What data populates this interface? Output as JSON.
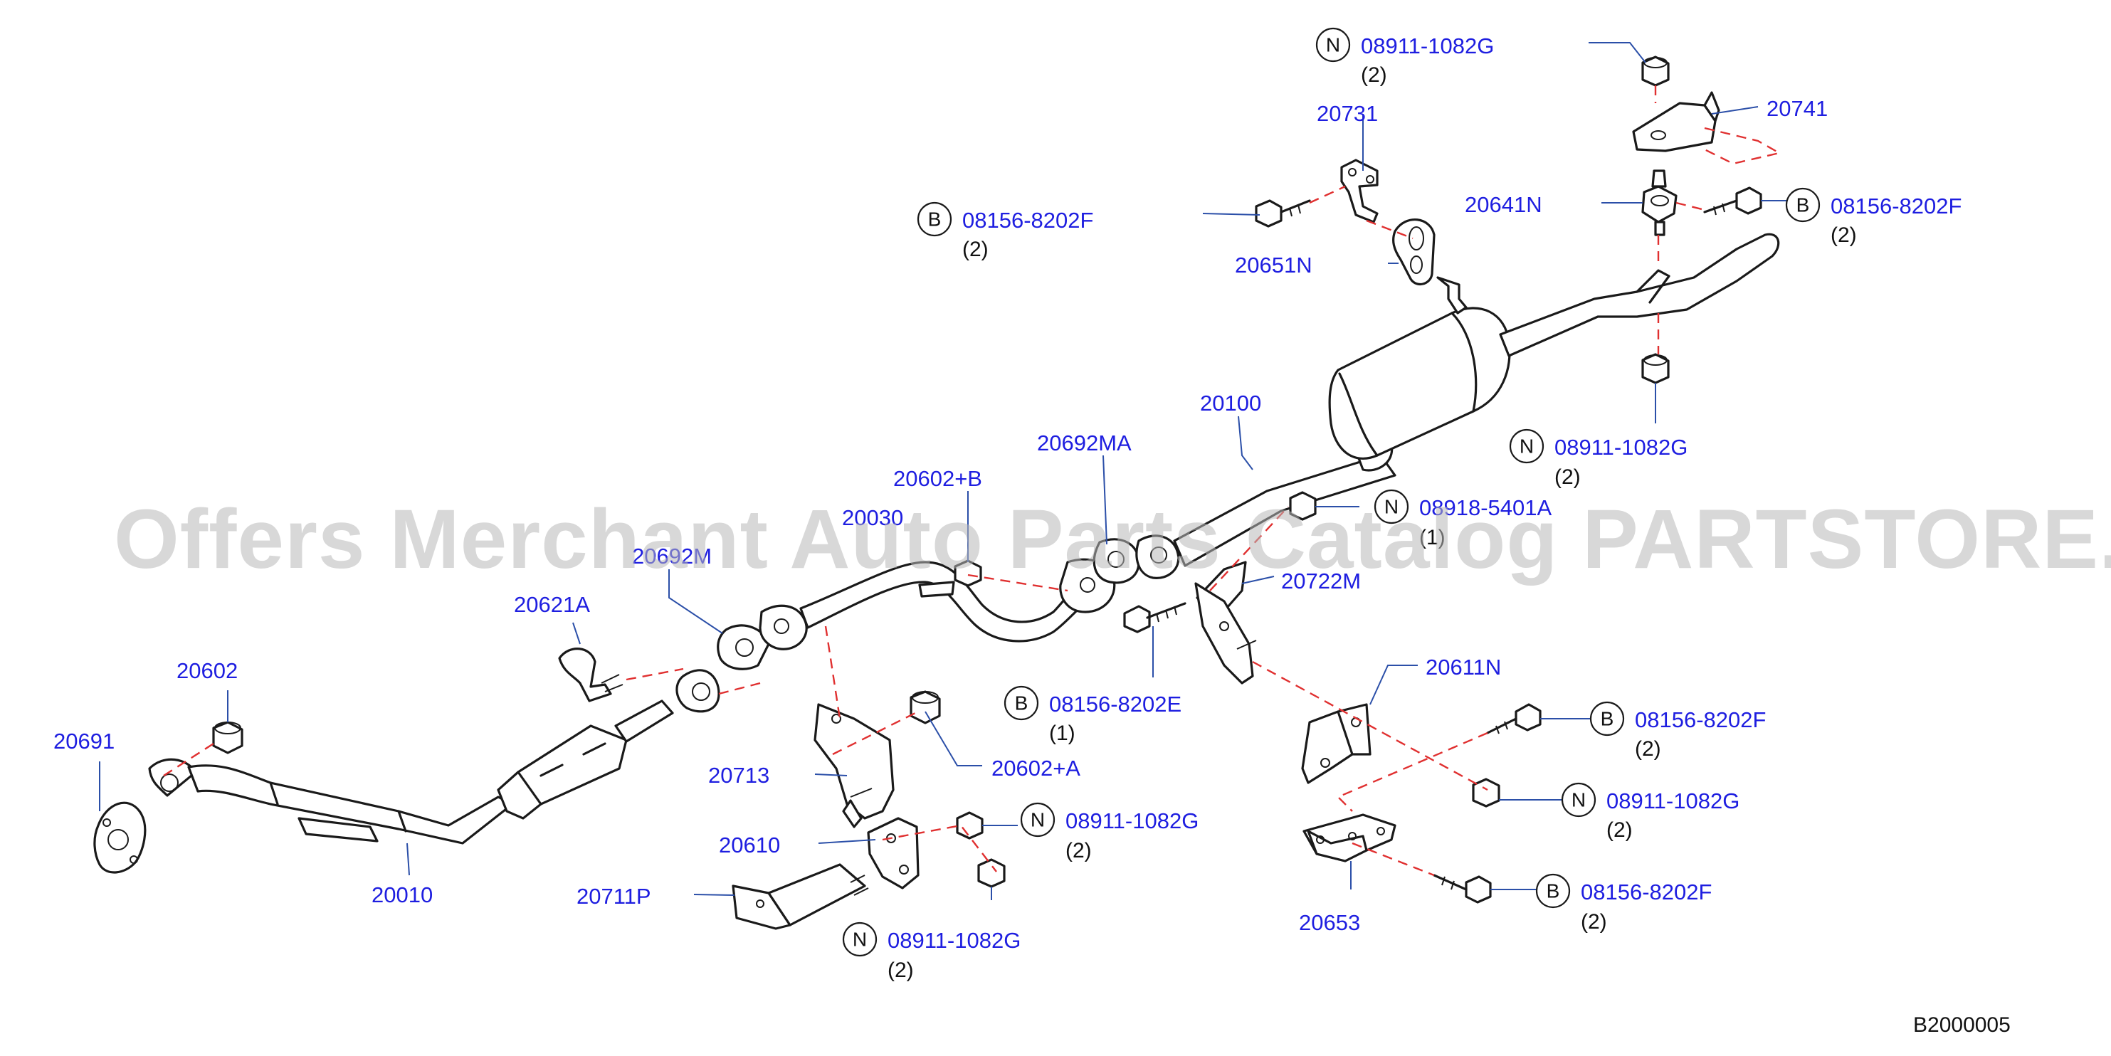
{
  "watermark": "Offers Merchant Auto Parts Catalog PARTSTORE.SA",
  "diagram_code": "B2000005",
  "part_labels": {
    "p20691": "20691",
    "p20602": "20602",
    "p20010": "20010",
    "p20621A": "20621A",
    "p20692M": "20692M",
    "p20030": "20030",
    "p20602B": "20602+B",
    "p20692MA": "20692MA",
    "p20100": "20100",
    "p20713": "20713",
    "p20602A": "20602+A",
    "p20610": "20610",
    "p20711P": "20711P",
    "p20722M": "20722M",
    "p20611N": "20611N",
    "p20653": "20653",
    "p20731": "20731",
    "p20651N": "20651N",
    "p20741": "20741",
    "p20641N": "20641N"
  },
  "fasteners": [
    {
      "mark": "N",
      "number": "08911-1082G",
      "qty": "(2)"
    },
    {
      "mark": "B",
      "number": "08156-8202F",
      "qty": "(2)"
    },
    {
      "mark": "B",
      "number": "08156-8202F",
      "qty": "(2)"
    },
    {
      "mark": "N",
      "number": "08911-1082G",
      "qty": "(2)"
    },
    {
      "mark": "N",
      "number": "08918-5401A",
      "qty": "(1)"
    },
    {
      "mark": "B",
      "number": "08156-8202E",
      "qty": "(1)"
    },
    {
      "mark": "N",
      "number": "08911-1082G",
      "qty": "(2)"
    },
    {
      "mark": "N",
      "number": "08911-1082G",
      "qty": "(2)"
    },
    {
      "mark": "B",
      "number": "08156-8202F",
      "qty": "(2)"
    },
    {
      "mark": "N",
      "number": "08911-1082G",
      "qty": "(2)"
    },
    {
      "mark": "B",
      "number": "08156-8202F",
      "qty": "(2)"
    }
  ]
}
